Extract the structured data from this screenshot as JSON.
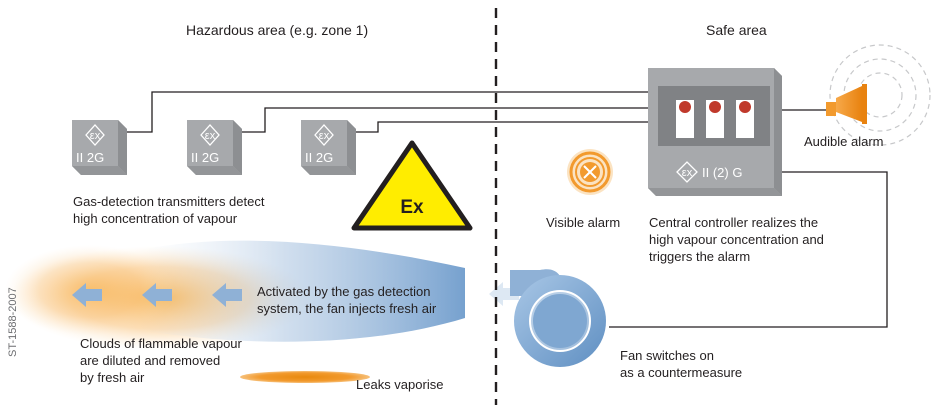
{
  "areas": {
    "hazardous_title": "Hazardous area (e.g. zone 1)",
    "safe_title": "Safe area"
  },
  "transmitters": {
    "items": [
      {
        "ex_mark": "εx",
        "category": "II 2G"
      },
      {
        "ex_mark": "εx",
        "category": "II 2G"
      },
      {
        "ex_mark": "εx",
        "category": "II 2G"
      }
    ],
    "caption": "Gas-detection transmitters detect\nhigh concentration of vapour"
  },
  "warning_sign": {
    "label": "Ex"
  },
  "controller": {
    "ex_mark": "εx",
    "marking": "II (2) G",
    "caption": "Central controller realizes the\nhigh vapour concentration and\ntriggers the alarm"
  },
  "alarms": {
    "visible": "Visible alarm",
    "audible": "Audible alarm"
  },
  "fan": {
    "caption": "Fan switches on\nas a countermeasure",
    "airflow_caption": "Activated by the gas detection\nsystem, the fan injects fresh air"
  },
  "vapour": {
    "caption": "Clouds of flammable vapour\nare diluted and removed\nby fresh air",
    "leak_caption": "Leaks vaporise"
  },
  "document_code": "ST-1588-2007",
  "colors": {
    "box_gray": "#a7a9ac",
    "controller_gray": "#a7a9ac",
    "panel_dark": "#808285",
    "warning_yellow": "#ffed00",
    "orange": "#f29a2e",
    "blue": "#7fa7d1",
    "wire": "#231f20"
  }
}
